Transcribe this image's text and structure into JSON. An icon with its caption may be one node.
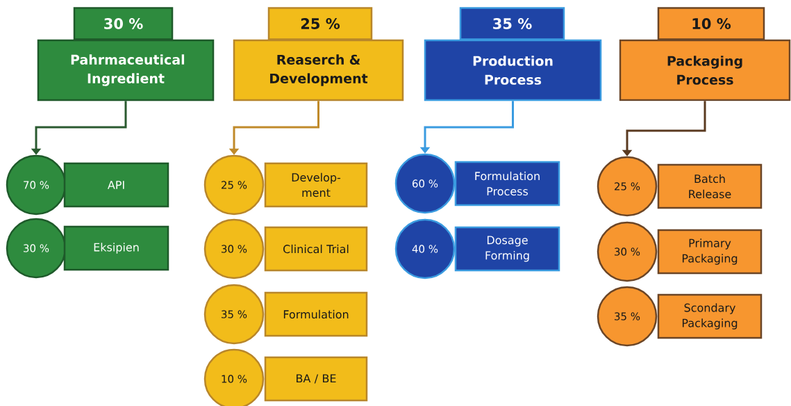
{
  "diagram": {
    "nodes": [
      {
        "text": [
          "30 %"
        ]
      },
      {
        "text": [
          "Pahrmaceutical Ingredient"
        ]
      },
      {
        "text": [
          "70 %"
        ]
      },
      {
        "text": [
          "API"
        ]
      },
      {
        "text": [
          "30 %"
        ]
      },
      {
        "text": [
          "Eksipien"
        ]
      },
      {
        "text": [
          "25 %"
        ]
      },
      {
        "text": [
          "Reaserch & Development"
        ]
      },
      {
        "text": [
          "25 %"
        ]
      },
      {
        "text": [
          "Develop- ment"
        ]
      },
      {
        "text": [
          "30 %"
        ]
      },
      {
        "text": [
          "Clinical Trial"
        ]
      },
      {
        "text": [
          "35 %"
        ]
      },
      {
        "text": [
          "Formulation"
        ]
      },
      {
        "text": [
          "10 %"
        ]
      },
      {
        "text": [
          "BA / BE"
        ]
      },
      {
        "text": [
          "35 %"
        ]
      },
      {
        "text": [
          "Production Process"
        ]
      },
      {
        "text": [
          "60 %"
        ]
      },
      {
        "text": [
          "Formulation Process"
        ]
      },
      {
        "text": [
          "40 %"
        ]
      },
      {
        "text": [
          "Dosage Forming"
        ]
      },
      {
        "text": [
          "10 %"
        ]
      },
      {
        "text": [
          "Packaging Process"
        ]
      },
      {
        "text": [
          "25 %"
        ]
      },
      {
        "text": [
          "Batch Release"
        ]
      },
      {
        "text": [
          "30 %"
        ]
      },
      {
        "text": [
          "Primary Packaging"
        ]
      },
      {
        "text": [
          "35 %"
        ]
      },
      {
        "text": [
          "Scondary Packaging"
        ]
      }
    ],
    "edges": [
      {
        "from": 1,
        "to": 2,
        "arrow": "to",
        "color": "#2a5a30"
      },
      {
        "from": 7,
        "to": 8,
        "arrow": "to",
        "color": "#c08a2a"
      },
      {
        "from": 17,
        "to": 18,
        "arrow": "to",
        "color": "#3a9be0"
      },
      {
        "from": 23,
        "to": 24,
        "arrow": "to",
        "color": "#5a3a20"
      }
    ]
  }
}
